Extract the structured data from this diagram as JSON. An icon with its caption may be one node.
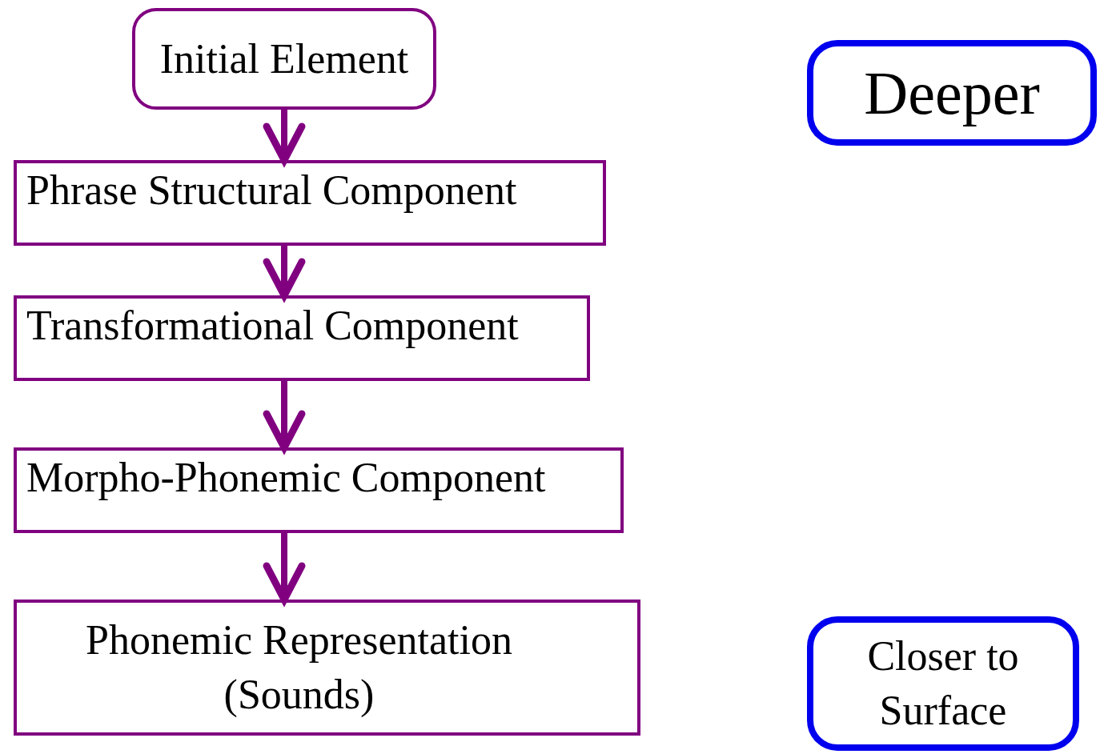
{
  "diagram": {
    "nodes": [
      {
        "text": [
          "Initial Element"
        ]
      },
      {
        "text": [
          "Phrase Structural Component"
        ]
      },
      {
        "text": [
          "Transformational Component"
        ]
      },
      {
        "text": [
          "Morpho-Phonemic Component"
        ]
      },
      {
        "text": [
          "Phonemic Representation (Sounds)"
        ]
      },
      {
        "text": [
          "Deeper"
        ]
      },
      {
        "text": [
          "Closer to Surface"
        ]
      }
    ],
    "edges": [
      {
        "from": 0,
        "to": 1,
        "arrow": "to"
      },
      {
        "from": 1,
        "to": 2,
        "arrow": "to"
      },
      {
        "from": 2,
        "to": 3,
        "arrow": "to"
      },
      {
        "from": 3,
        "to": 4,
        "arrow": "to"
      }
    ]
  }
}
